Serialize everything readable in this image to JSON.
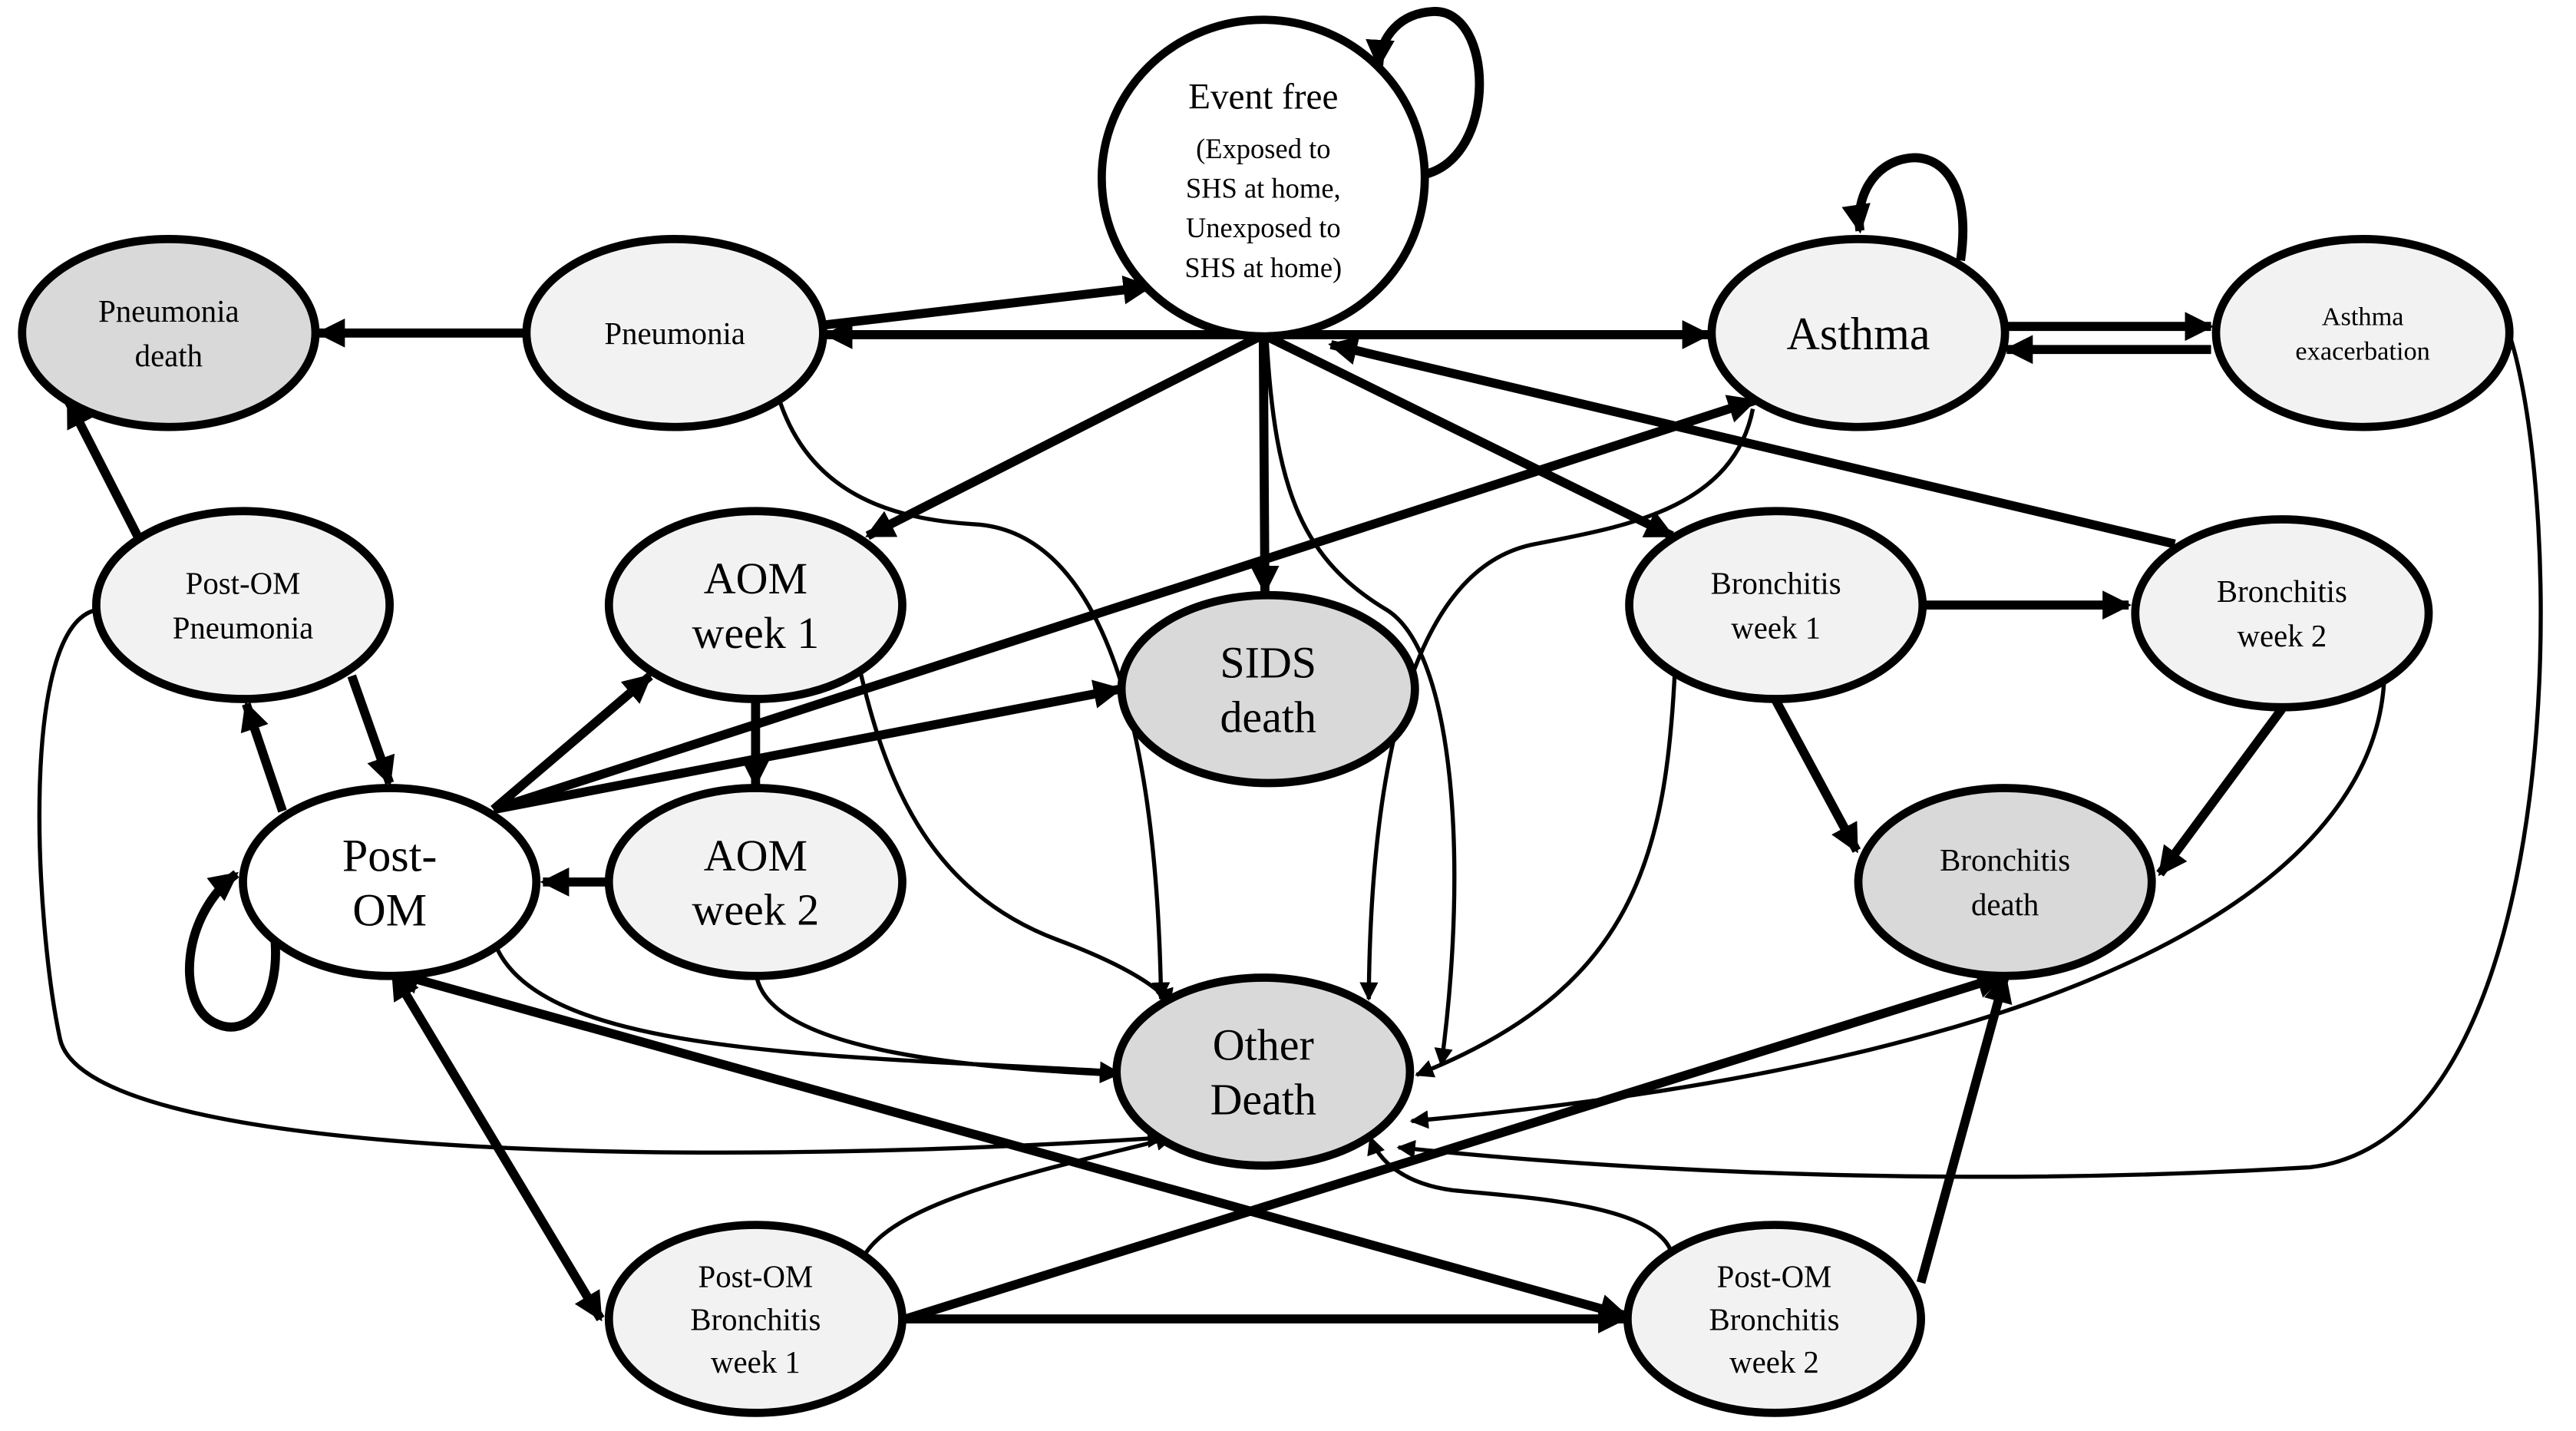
{
  "diagram": {
    "colors": {
      "light": "#f2f2f2",
      "dark": "#d9d9d9",
      "white": "#ffffff",
      "stroke": "#000000"
    },
    "nodes": [
      {
        "id": "event-free",
        "fill": "white",
        "lines": [
          "Event free",
          "(Exposed to",
          "SHS at home,",
          "Unexposed to",
          "SHS at home)"
        ]
      },
      {
        "id": "pneumonia",
        "fill": "light",
        "lines": [
          "Pneumonia"
        ]
      },
      {
        "id": "pneumonia-death",
        "fill": "dark",
        "lines": [
          "Pneumonia",
          "death"
        ]
      },
      {
        "id": "asthma",
        "fill": "light",
        "lines": [
          "Asthma"
        ]
      },
      {
        "id": "asthma-exacerbation",
        "fill": "light",
        "lines": [
          "Asthma",
          "exacerbation"
        ]
      },
      {
        "id": "post-om-pneumonia",
        "fill": "light",
        "lines": [
          "Post-OM",
          "Pneumonia"
        ]
      },
      {
        "id": "aom-week-1",
        "fill": "light",
        "lines": [
          "AOM",
          "week 1"
        ]
      },
      {
        "id": "sids-death",
        "fill": "dark",
        "lines": [
          "SIDS",
          "death"
        ]
      },
      {
        "id": "bronchitis-week-1",
        "fill": "light",
        "lines": [
          "Bronchitis",
          "week 1"
        ]
      },
      {
        "id": "bronchitis-week-2",
        "fill": "light",
        "lines": [
          "Bronchitis",
          "week 2"
        ]
      },
      {
        "id": "post-om",
        "fill": "white",
        "lines": [
          "Post-",
          "OM"
        ]
      },
      {
        "id": "aom-week-2",
        "fill": "light",
        "lines": [
          "AOM",
          "week 2"
        ]
      },
      {
        "id": "bronchitis-death",
        "fill": "dark",
        "lines": [
          "Bronchitis",
          "death"
        ]
      },
      {
        "id": "other-death",
        "fill": "dark",
        "lines": [
          "Other",
          "Death"
        ]
      },
      {
        "id": "post-om-bronchitis-week-1",
        "fill": "light",
        "lines": [
          "Post-OM",
          "Bronchitis",
          "week 1"
        ]
      },
      {
        "id": "post-om-bronchitis-week-2",
        "fill": "light",
        "lines": [
          "Post-OM",
          "Bronchitis",
          "week 2"
        ]
      }
    ]
  }
}
